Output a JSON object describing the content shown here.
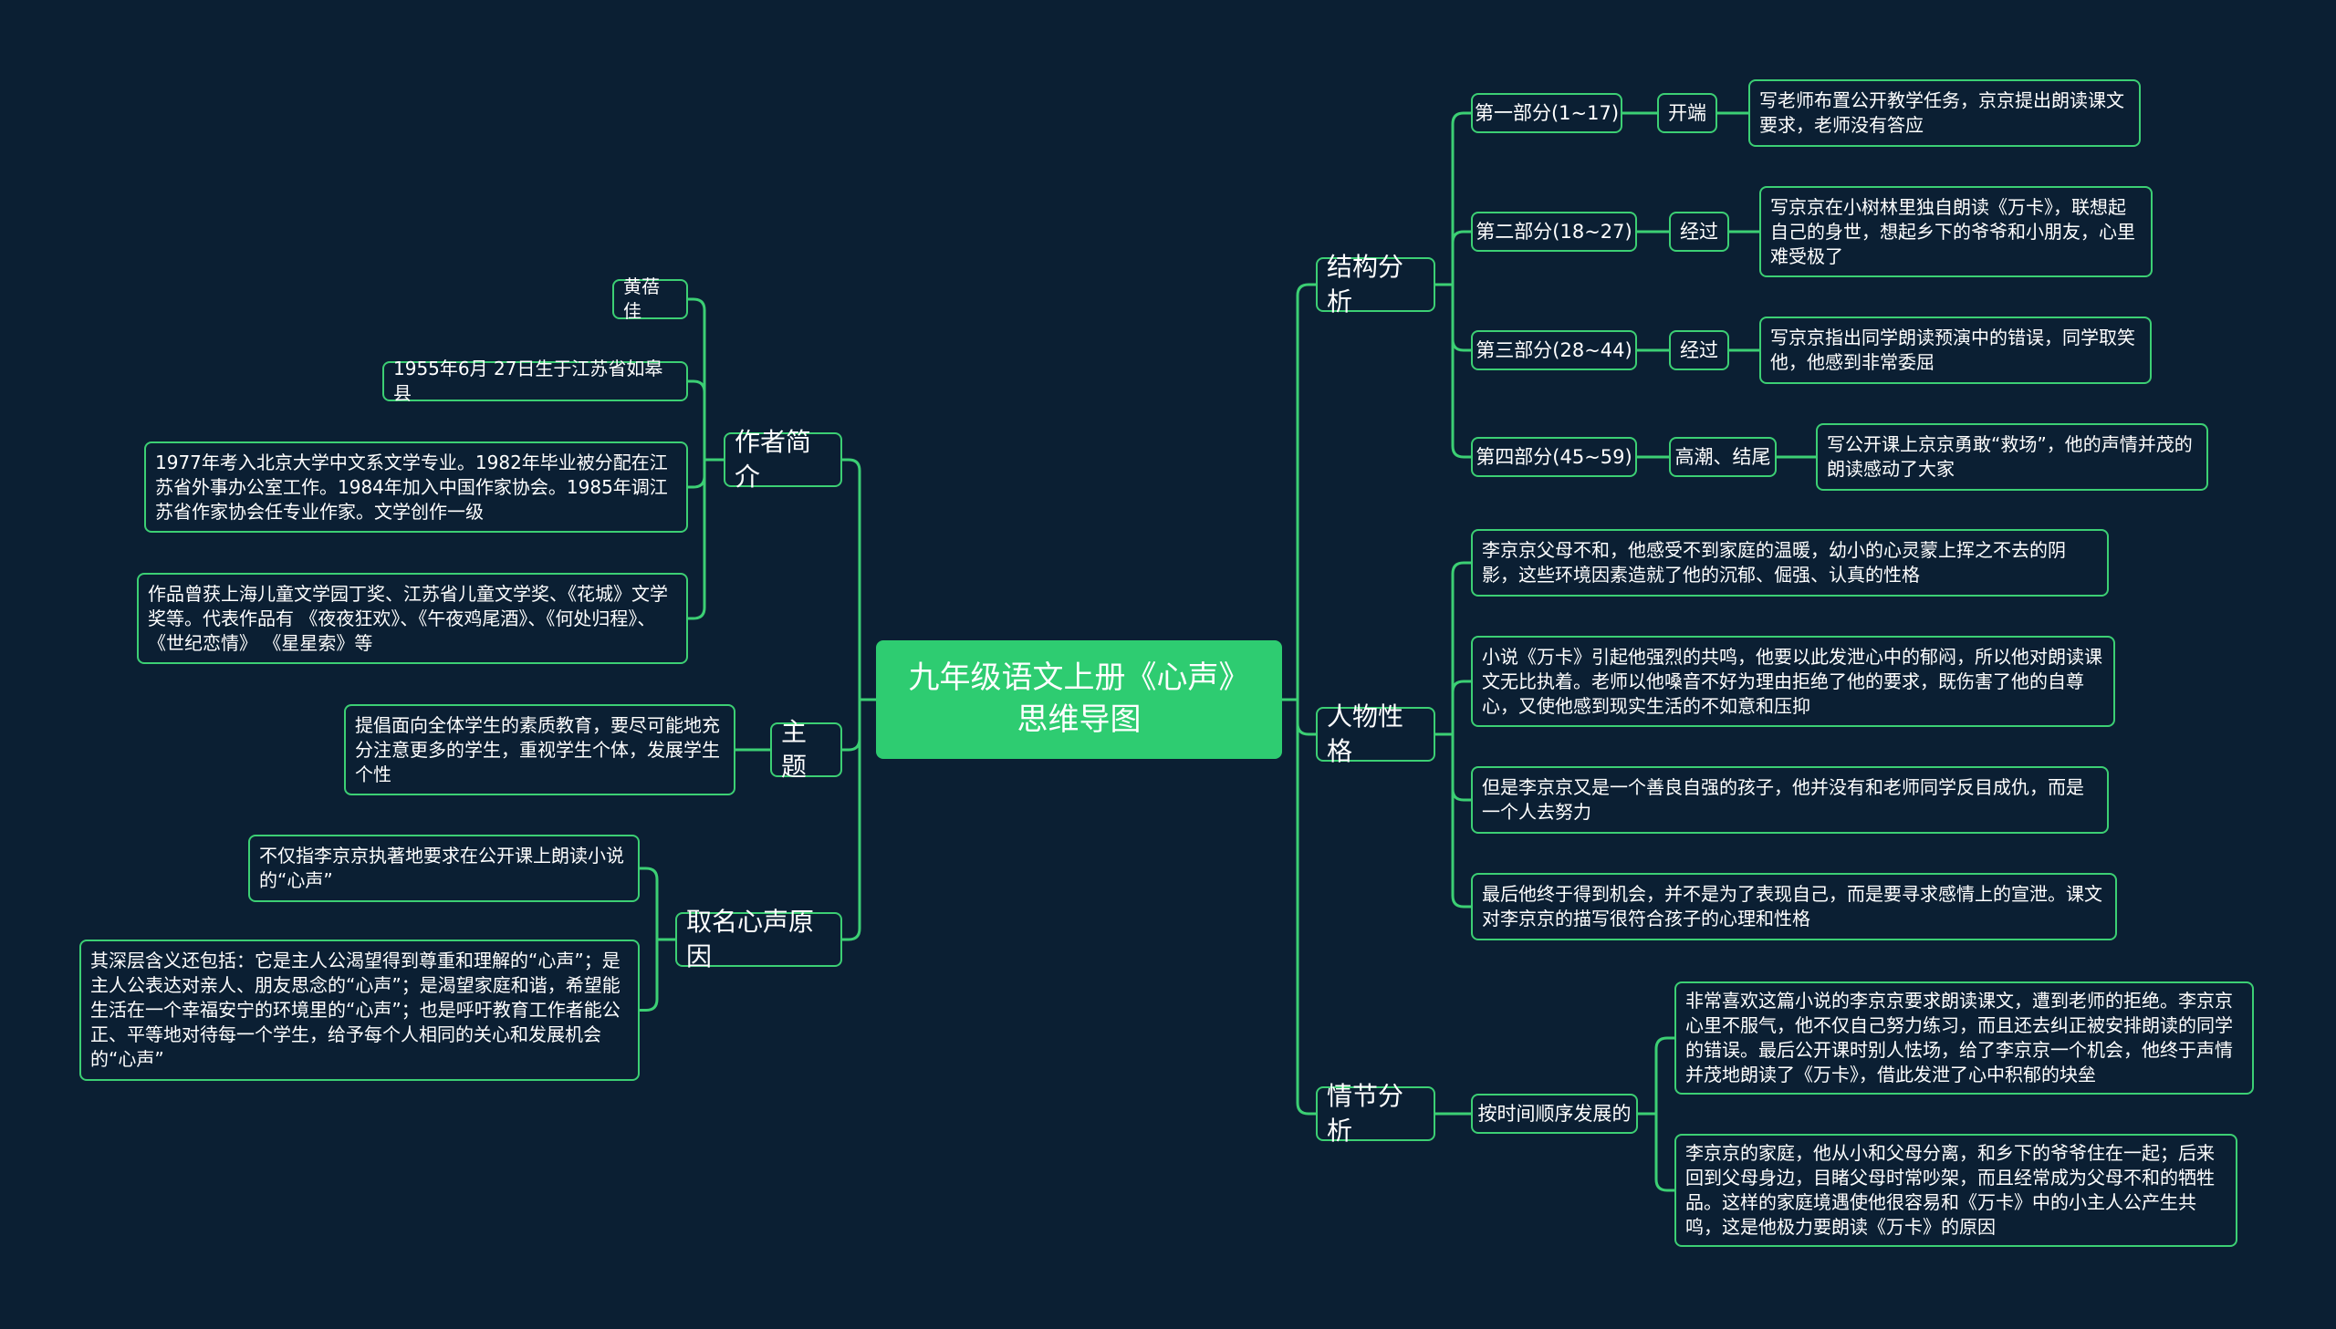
{
  "root": {
    "line1": "九年级语文上册《心声》",
    "line2": "思维导图"
  },
  "author": {
    "label": "作者简介",
    "items": [
      "黄蓓佳",
      "1955年6月 27日生于江苏省如皋县",
      "1977年考入北京大学中文系文学专业。1982年毕业被分配在江苏省外事办公室工作。1984年加入中国作家协会。1985年调江苏省作家协会任专业作家。文学创作一级",
      "作品曾获上海儿童文学园丁奖、江苏省儿童文学奖、《花城》文学奖等。代表作品有 《夜夜狂欢》、《午夜鸡尾酒》、《何处归程》、《世纪恋情》 《星星索》等"
    ]
  },
  "theme": {
    "label": "主题",
    "items": [
      "提倡面向全体学生的素质教育，要尽可能地充分注意更多的学生，重视学生个体，发展学生个性"
    ]
  },
  "title_reason": {
    "label": "取名心声原因",
    "items": [
      "不仅指李京京执著地要求在公开课上朗读小说的“心声”",
      "其深层含义还包括：它是主人公渴望得到尊重和理解的“心声”；是主人公表达对亲人、朋友思念的“心声”；是渴望家庭和谐，希望能生活在一个幸福安宁的环境里的“心声”；也是呼吁教育工作者能公正、平等地对待每一个学生，给予每个人相同的关心和发展机会的“心声”"
    ]
  },
  "structure": {
    "label": "结构分析",
    "parts": [
      {
        "part": "第一部分(1~17)",
        "stage": "开端",
        "desc": "写老师布置公开教学任务，京京提出朗读课文要求，老师没有答应"
      },
      {
        "part": "第二部分(18~27)",
        "stage": "经过",
        "desc": "写京京在小树林里独自朗读《万卡》，联想起自己的身世，想起乡下的爷爷和小朋友，心里难受极了"
      },
      {
        "part": "第三部分(28~44)",
        "stage": "经过",
        "desc": "写京京指出同学朗读预演中的错误，同学取笑他，他感到非常委屈"
      },
      {
        "part": "第四部分(45~59)",
        "stage": "高潮、结尾",
        "desc": "写公开课上京京勇敢“救场”，他的声情并茂的朗读感动了大家"
      }
    ]
  },
  "character": {
    "label": "人物性格",
    "items": [
      "李京京父母不和，他感受不到家庭的温暖，幼小的心灵蒙上挥之不去的阴影，这些环境因素造就了他的沉郁、倔强、认真的性格",
      "小说《万卡》引起他强烈的共鸣，他要以此发泄心中的郁闷，所以他对朗读课文无比执着。老师以他嗓音不好为理由拒绝了他的要求，既伤害了他的自尊心，又使他感到现实生活的不如意和压抑",
      "但是李京京又是一个善良自强的孩子，他并没有和老师同学反目成仇，而是一个人去努力",
      "最后他终于得到机会，并不是为了表现自己，而是要寻求感情上的宣泄。课文对李京京的描写很符合孩子的心理和性格"
    ]
  },
  "plot": {
    "label": "情节分析",
    "sub": "按时间顺序发展的",
    "items": [
      "非常喜欢这篇小说的李京京要求朗读课文，遭到老师的拒绝。李京京心里不服气，他不仅自己努力练习，而且还去纠正被安排朗读的同学的错误。最后公开课时别人怯场，给了李京京一个机会，他终于声情并茂地朗读了《万卡》，借此发泄了心中积郁的块垒",
      "李京京的家庭，他从小和父母分离，和乡下的爷爷住在一起；后来回到父母身边，目睹父母时常吵架，而且经常成为父母不和的牺牲品。这样的家庭境遇使他很容易和《万卡》中的小主人公产生共鸣，这是他极力要朗读《万卡》的原因"
    ]
  },
  "colors": {
    "background": "#0b1f33",
    "accent": "#2ecc71",
    "line": "#3ccf74"
  }
}
